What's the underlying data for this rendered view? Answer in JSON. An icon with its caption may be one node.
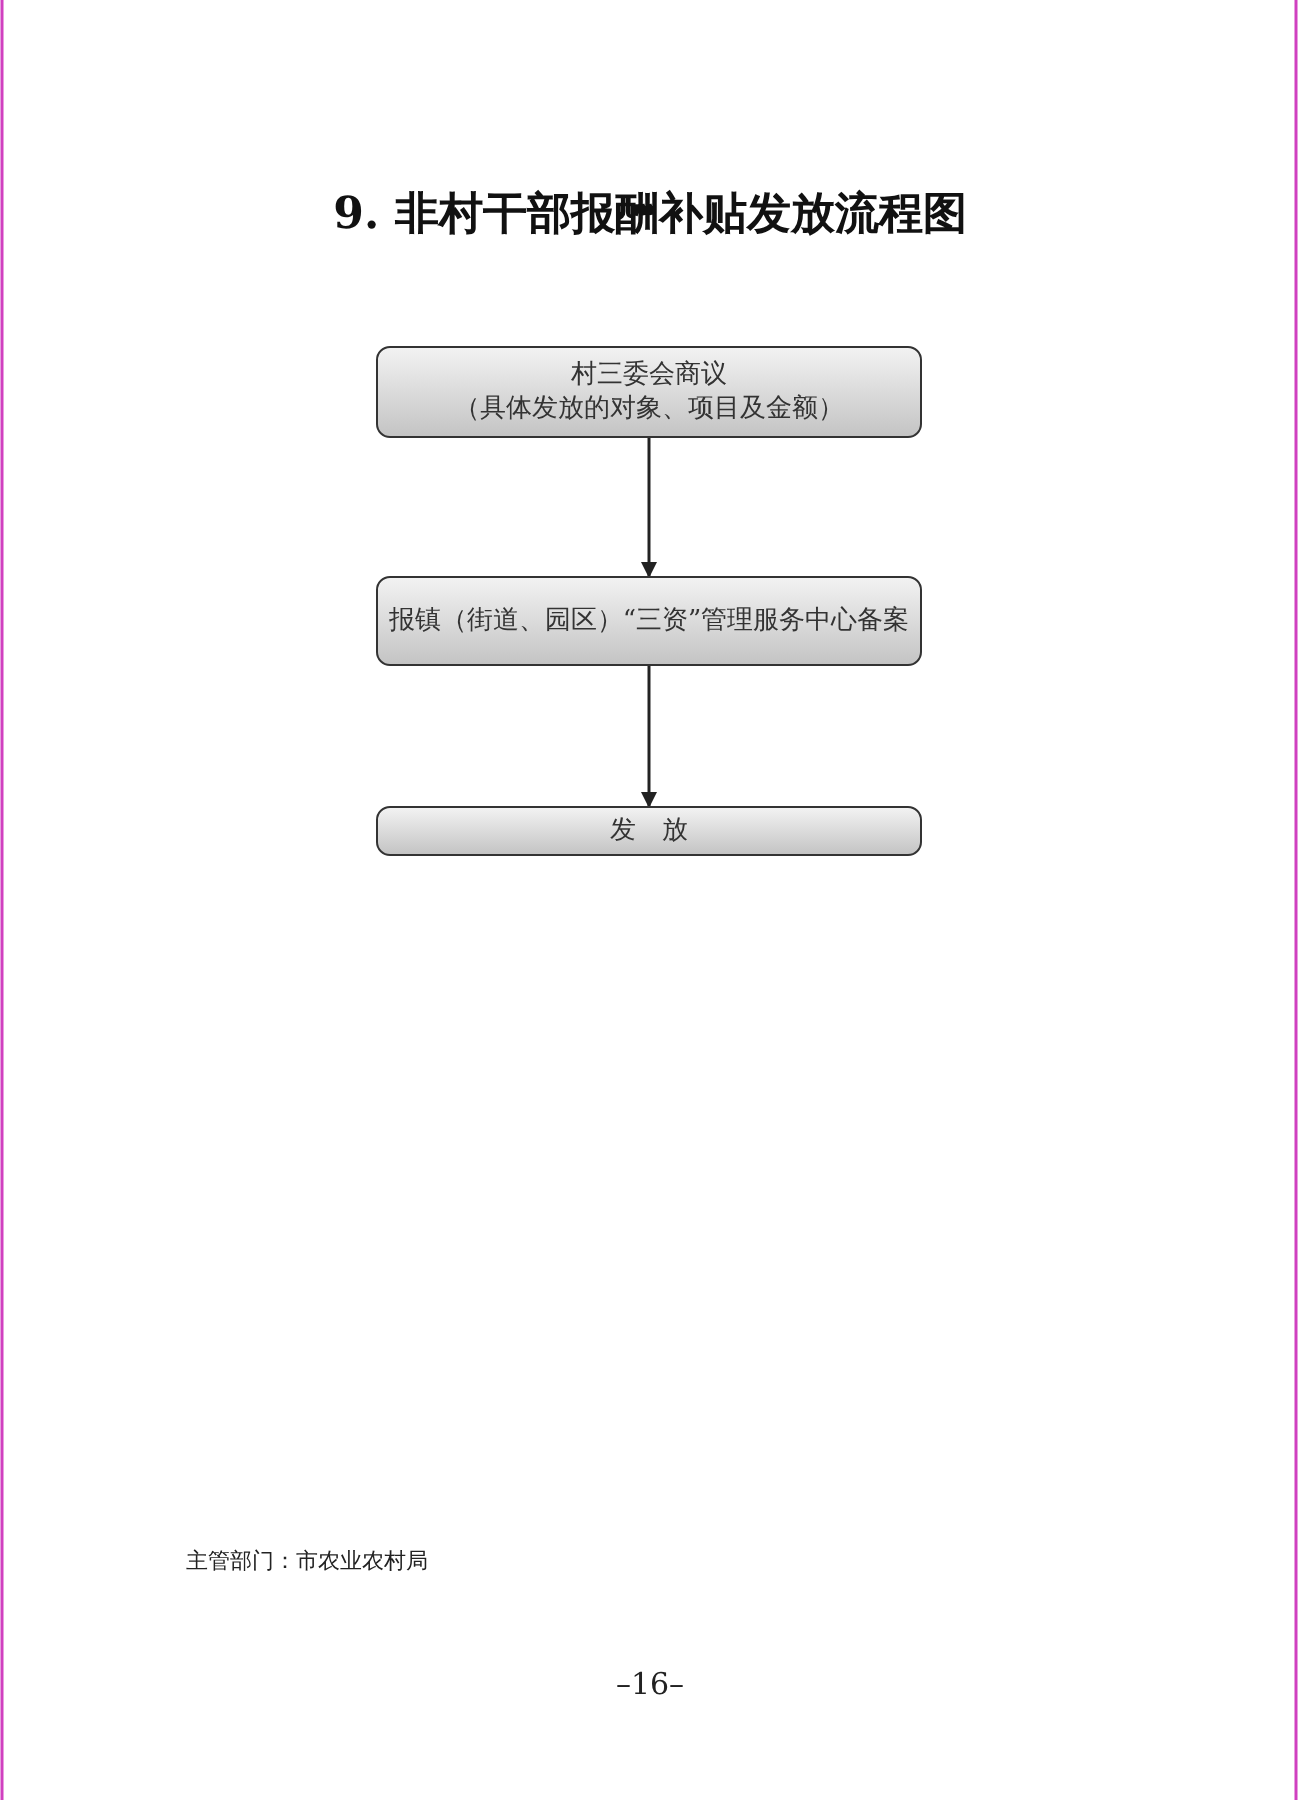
{
  "diagram": {
    "title": "9. 非村干部报酬补贴发放流程图",
    "nodes": [
      {
        "text": [
          "村三委会商议",
          "（具体发放的对象、项目及金额）"
        ]
      },
      {
        "text": [
          "报镇（街道、园区）“三资”管理服务中心备案"
        ]
      },
      {
        "text": [
          "发　放"
        ]
      }
    ],
    "edges": [
      {
        "from": 0,
        "to": 1,
        "arrow": "to"
      },
      {
        "from": 1,
        "to": 2,
        "arrow": "to"
      }
    ],
    "labels": [
      "主管部门：市农业农村局",
      "–16–"
    ]
  }
}
